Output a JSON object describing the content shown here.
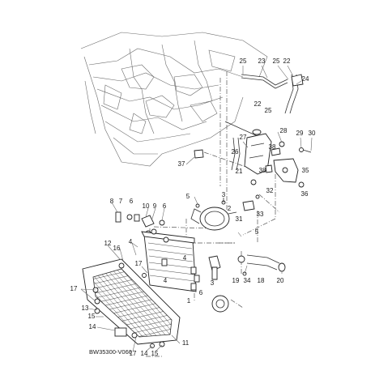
{
  "diagram": {
    "part_code": "BW35300-V060",
    "callouts": [
      {
        "id": "c25a",
        "label": "25"
      },
      {
        "id": "c23",
        "label": "23"
      },
      {
        "id": "c25b",
        "label": "25"
      },
      {
        "id": "c22a",
        "label": "22"
      },
      {
        "id": "c24",
        "label": "24"
      },
      {
        "id": "c22b",
        "label": "22"
      },
      {
        "id": "c25c",
        "label": "25"
      },
      {
        "id": "c27",
        "label": "27"
      },
      {
        "id": "c28",
        "label": "28"
      },
      {
        "id": "c29",
        "label": "29"
      },
      {
        "id": "c30",
        "label": "30"
      },
      {
        "id": "c26",
        "label": "26"
      },
      {
        "id": "c38a",
        "label": "38"
      },
      {
        "id": "c37",
        "label": "37"
      },
      {
        "id": "c21",
        "label": "21"
      },
      {
        "id": "c38b",
        "label": "38"
      },
      {
        "id": "c35",
        "label": "35"
      },
      {
        "id": "c32",
        "label": "32"
      },
      {
        "id": "c36",
        "label": "36"
      },
      {
        "id": "c5a",
        "label": "5"
      },
      {
        "id": "c3",
        "label": "3"
      },
      {
        "id": "c2",
        "label": "2"
      },
      {
        "id": "c31",
        "label": "31"
      },
      {
        "id": "c33",
        "label": "33"
      },
      {
        "id": "c8",
        "label": "8"
      },
      {
        "id": "c7",
        "label": "7"
      },
      {
        "id": "c6a",
        "label": "6"
      },
      {
        "id": "c10",
        "label": "10"
      },
      {
        "id": "c9",
        "label": "9"
      },
      {
        "id": "c6b",
        "label": "6"
      },
      {
        "id": "c5b",
        "label": "5"
      },
      {
        "id": "c1",
        "label": "1"
      },
      {
        "id": "c12",
        "label": "12"
      },
      {
        "id": "c16",
        "label": "16"
      },
      {
        "id": "c4a",
        "label": "4"
      },
      {
        "id": "c17a",
        "label": "17"
      },
      {
        "id": "c4b",
        "label": "4"
      },
      {
        "id": "c4c",
        "label": "4"
      },
      {
        "id": "c3b",
        "label": "3"
      },
      {
        "id": "c6c",
        "label": "6"
      },
      {
        "id": "c19",
        "label": "19"
      },
      {
        "id": "c34",
        "label": "34"
      },
      {
        "id": "c18",
        "label": "18"
      },
      {
        "id": "c20",
        "label": "20"
      },
      {
        "id": "c17b",
        "label": "17"
      },
      {
        "id": "c13",
        "label": "13"
      },
      {
        "id": "c15a",
        "label": "15"
      },
      {
        "id": "c14a",
        "label": "14"
      },
      {
        "id": "c11",
        "label": "11"
      },
      {
        "id": "c17c",
        "label": "17"
      },
      {
        "id": "c14b",
        "label": "14"
      },
      {
        "id": "c15b",
        "label": "15"
      }
    ]
  }
}
